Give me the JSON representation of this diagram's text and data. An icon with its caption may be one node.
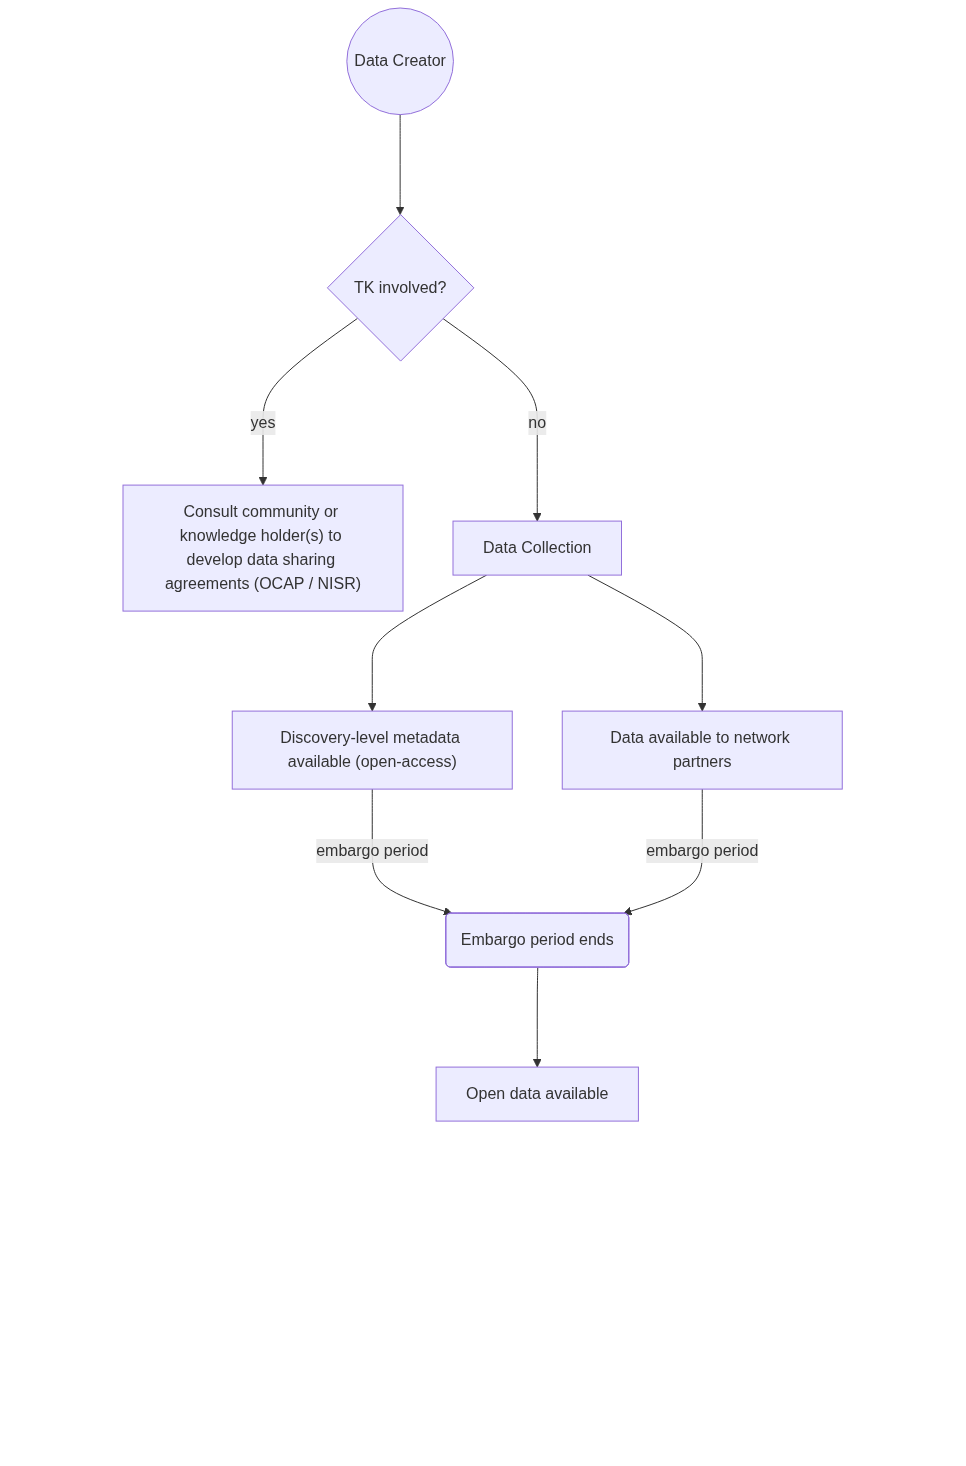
{
  "diagram": {
    "nodes": [
      {
        "text": [
          "Data Creator"
        ]
      },
      {
        "text": [
          "TK involved?"
        ]
      },
      {
        "text": [
          "Consult community or knowledge holder(s) to develop data sharing agreements (OCAP / NISR)"
        ]
      },
      {
        "text": [
          "Data Collection"
        ]
      },
      {
        "text": [
          "Discovery-level metadata available (open-access)"
        ]
      },
      {
        "text": [
          "Data available to network partners"
        ]
      },
      {
        "text": [
          "Embargo period ends"
        ]
      },
      {
        "text": [
          "Open data available"
        ]
      }
    ],
    "edges": [
      {
        "from": 0,
        "to": 1,
        "arrow": "to"
      },
      {
        "from": 1,
        "to": 2,
        "arrow": "to",
        "label": "yes"
      },
      {
        "from": 1,
        "to": 3,
        "arrow": "to",
        "label": "no"
      },
      {
        "from": 3,
        "to": 4,
        "arrow": "to"
      },
      {
        "from": 3,
        "to": 5,
        "arrow": "to"
      },
      {
        "from": 4,
        "to": 6,
        "arrow": "to",
        "label": "embargo period"
      },
      {
        "from": 5,
        "to": 6,
        "arrow": "to",
        "label": "embargo period"
      },
      {
        "from": 6,
        "to": 7,
        "arrow": "to"
      }
    ]
  }
}
